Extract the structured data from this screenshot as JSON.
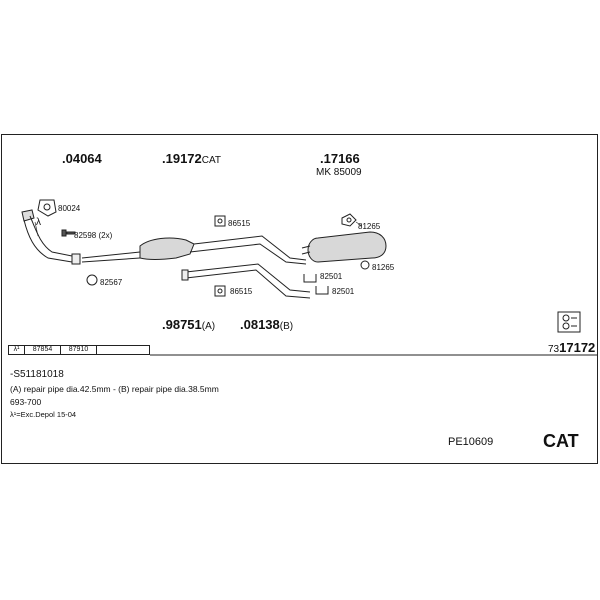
{
  "parts_top": {
    "p1": ".04064",
    "p2_num": ".19172",
    "p2_suffix": "CAT",
    "p3": ".17166",
    "p3_sub": "MK 85009"
  },
  "callouts": {
    "c80024": "80024",
    "c82598": "82598 (2x)",
    "c82567": "82567",
    "c86515a": "86515",
    "c86515b": "86515",
    "c81265a": "81265",
    "c81265b": "81265",
    "c82501a": "82501",
    "c82501b": "82501",
    "lambda": "λ"
  },
  "parts_bottom": {
    "p4_num": ".98751",
    "p4_suffix": "(A)",
    "p5_num": ".08138",
    "p5_suffix": "(B)"
  },
  "ref_row": {
    "c0": "λ¹",
    "c1": "87854",
    "c2": "87910",
    "c3": ""
  },
  "code_right": {
    "prefix": "73",
    "main": "17172"
  },
  "notes": {
    "line1": "-S51181018",
    "line2": "(A) repair pipe dia.42.5mm - (B) repair pipe dia.38.5mm",
    "line3": "693-700",
    "line4": "λ¹=Exc.Depol 15-04"
  },
  "footer": {
    "code": "PE10609",
    "cat": "CAT"
  }
}
